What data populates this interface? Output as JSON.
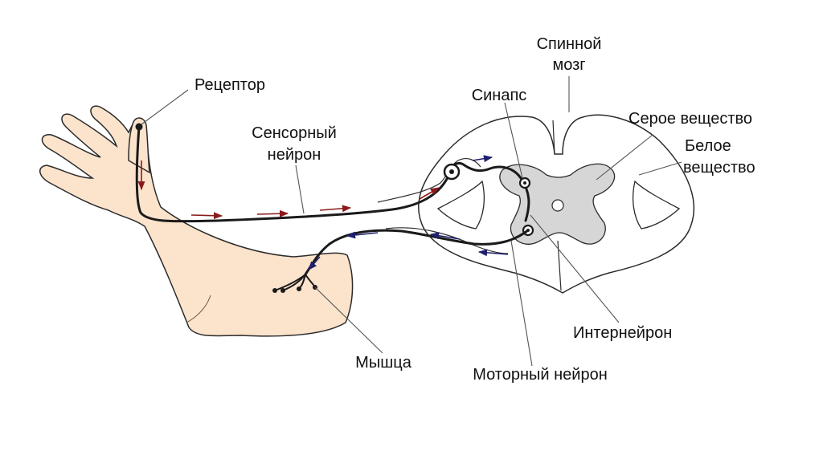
{
  "labels": {
    "spinal_cord_line1": "Спинной",
    "spinal_cord_line2": "мозг",
    "receptor": "Рецептор",
    "synapse": "Синапс",
    "gray_matter": "Серое вещество",
    "white_matter_line1": "Белое",
    "white_matter_line2": "вещество",
    "sensory_neuron_line1": "Сенсорный",
    "sensory_neuron_line2": "нейрон",
    "interneuron": "Интернейрон",
    "muscle": "Мышца",
    "motor_neuron": "Моторный нейрон"
  },
  "colors": {
    "skin": "#fbe3cc",
    "gray_matter": "#d6d6d6",
    "outline": "#2b2b2b",
    "sensory_arrow": "#8b1a1a",
    "motor_arrow": "#1f1f6e",
    "leader_line": "#555555"
  }
}
